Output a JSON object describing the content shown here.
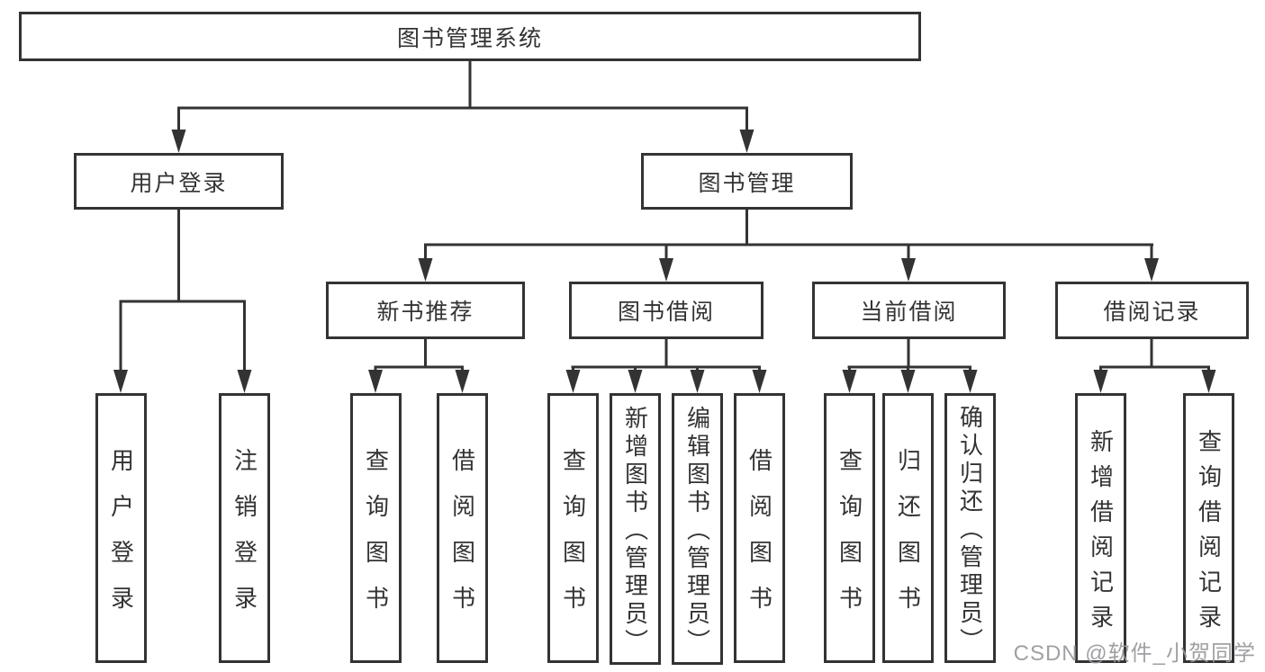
{
  "tree": {
    "label": "图书管理系统",
    "children": [
      {
        "label": "用户登录",
        "children": [
          {
            "label": "用户登录"
          },
          {
            "label": "注销登录"
          }
        ]
      },
      {
        "label": "图书管理",
        "children": [
          {
            "label": "新书推荐",
            "children": [
              {
                "label": "查询图书"
              },
              {
                "label": "借阅图书"
              }
            ]
          },
          {
            "label": "图书借阅",
            "children": [
              {
                "label": "查询图书"
              },
              {
                "label": "新增图书（管理员）"
              },
              {
                "label": "编辑图书（管理员）"
              },
              {
                "label": "借阅图书"
              }
            ]
          },
          {
            "label": "当前借阅",
            "children": [
              {
                "label": "查询图书"
              },
              {
                "label": "归还图书"
              },
              {
                "label": "确认归还（管理员）"
              }
            ]
          },
          {
            "label": "借阅记录",
            "children": [
              {
                "label": "新增借阅记录"
              },
              {
                "label": "查询借阅记录"
              }
            ]
          }
        ]
      }
    ]
  },
  "watermark": "CSDN @软件_小贺同学",
  "colors": {
    "line": "#333333",
    "box_background": "#ffffff",
    "watermark": "#98999d"
  }
}
